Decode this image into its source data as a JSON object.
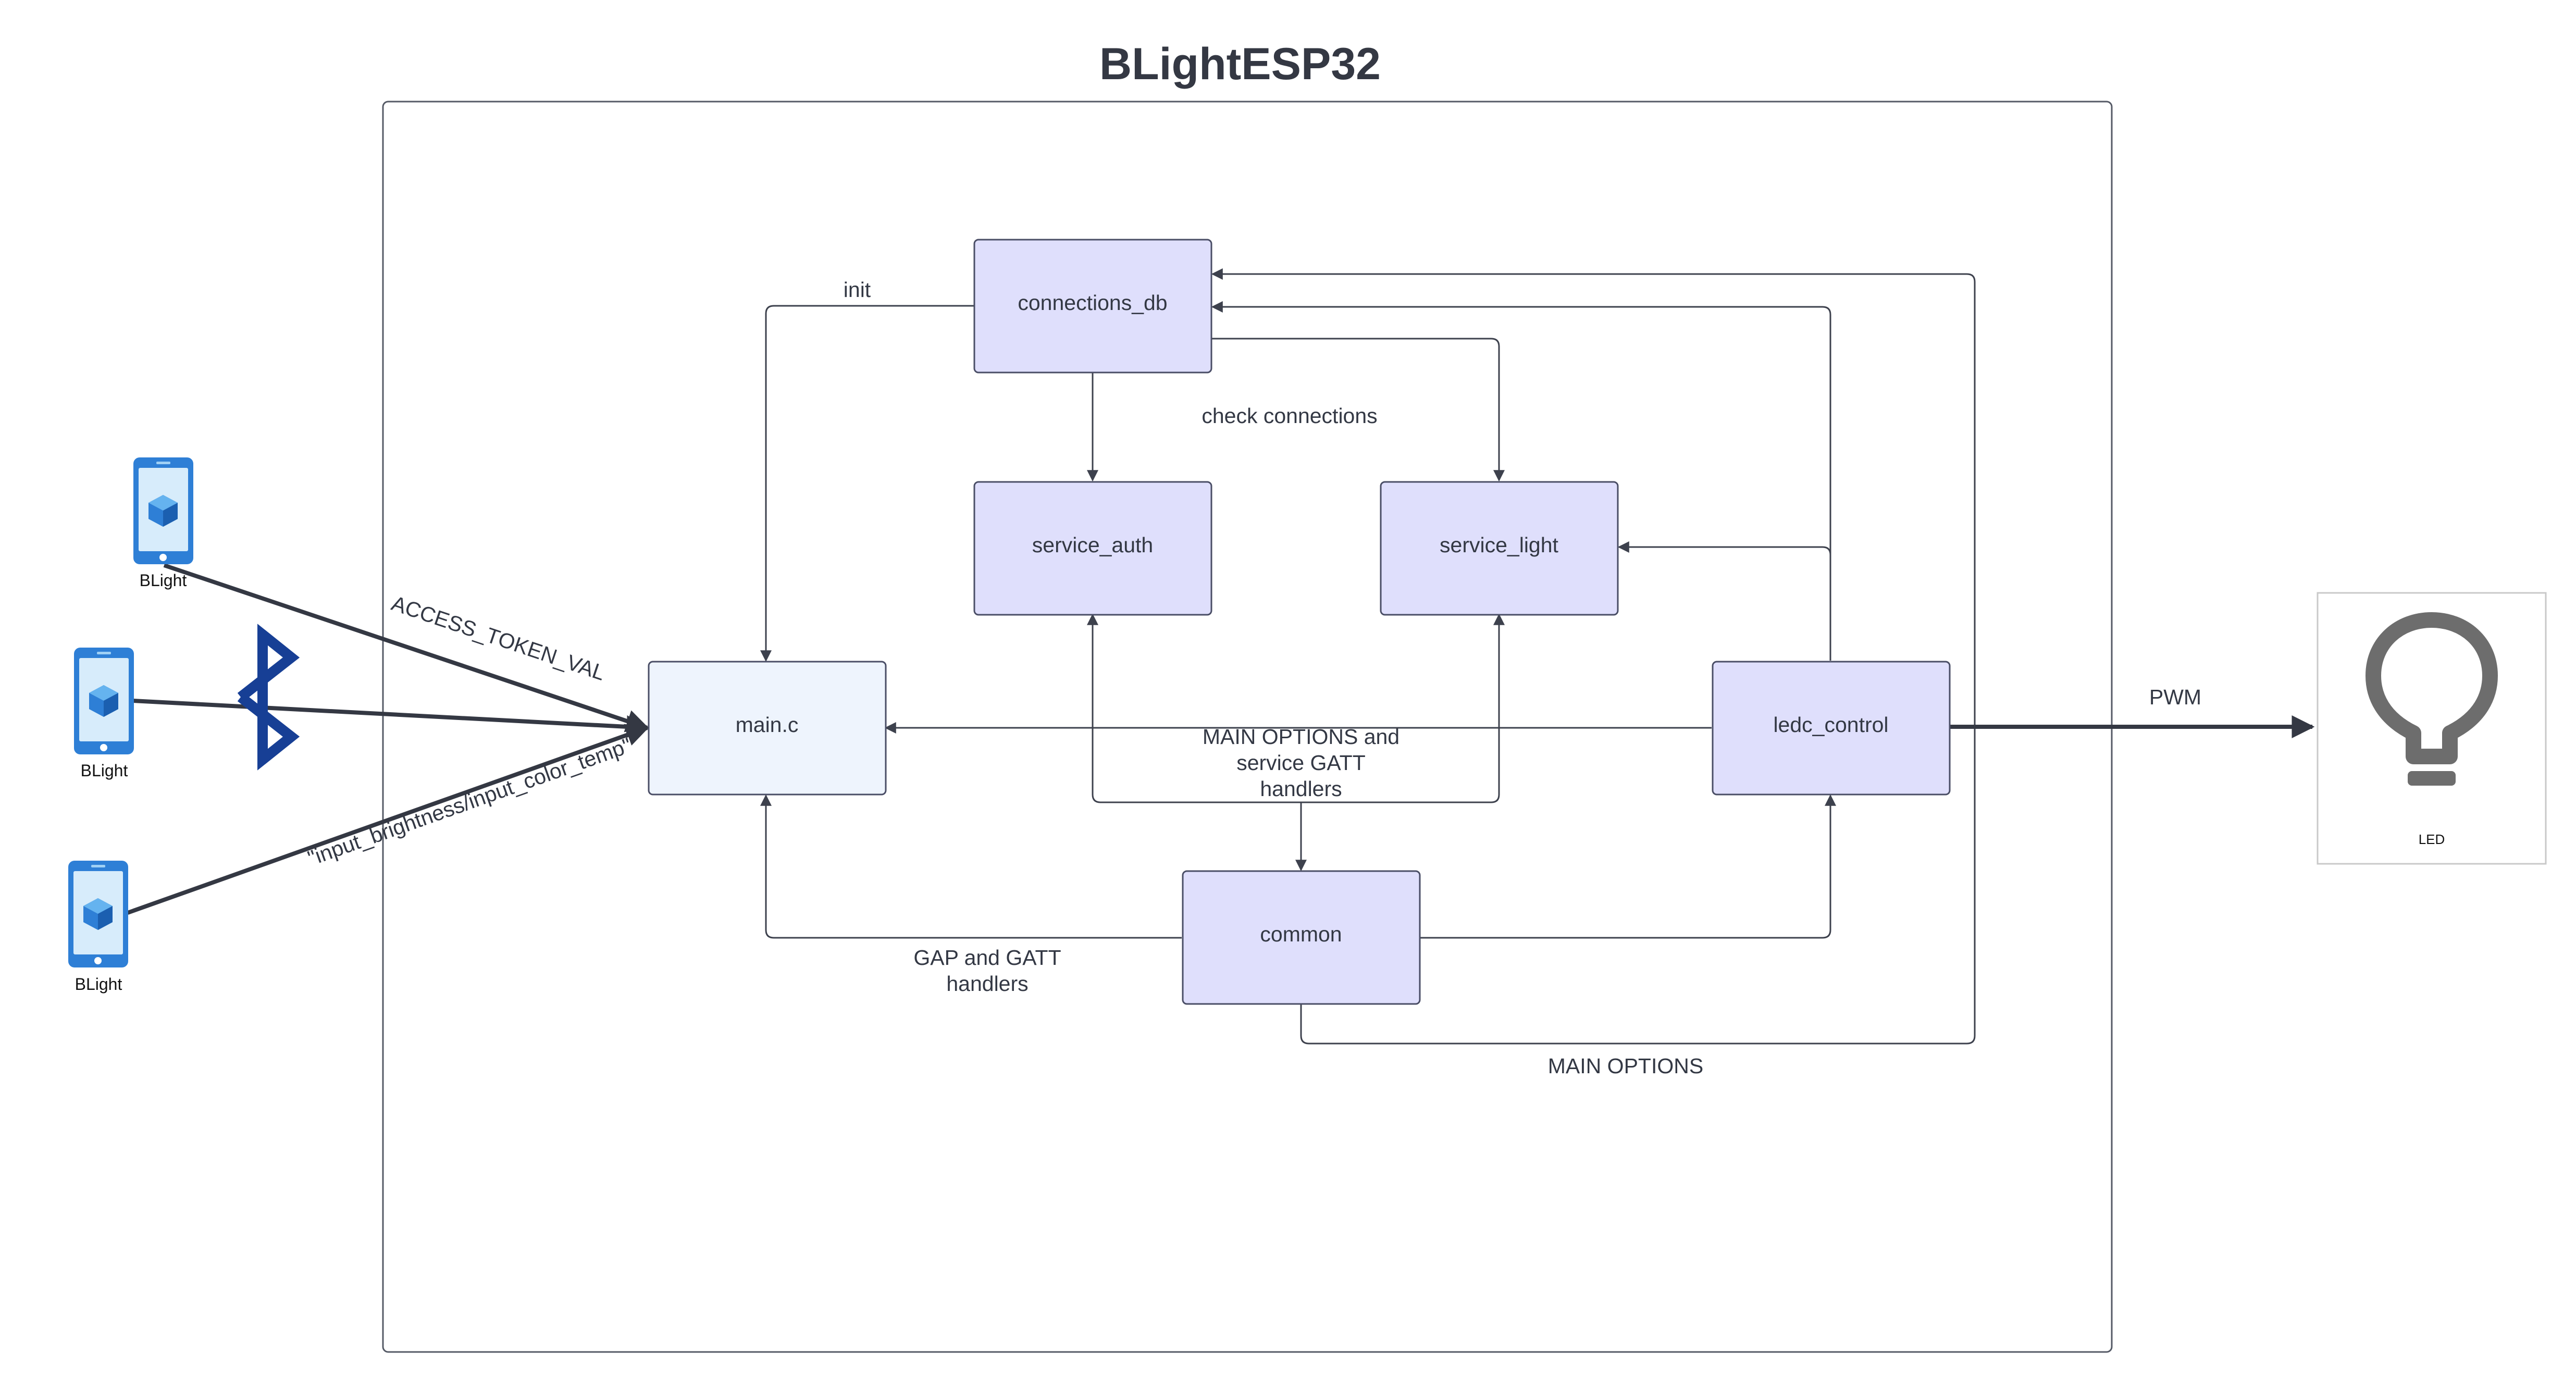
{
  "title": "BLightESP32",
  "modules": {
    "connections_db": "connections_db",
    "service_auth": "service_auth",
    "service_light": "service_light",
    "main_c": "main.c",
    "ledc_control": "ledc_control",
    "common": "common"
  },
  "edge_labels": {
    "init": "init",
    "check_connections": "check connections",
    "main_options_gatt_1": "MAIN OPTIONS and",
    "main_options_gatt_2": "service GATT",
    "main_options_gatt_3": "handlers",
    "gap_gatt_1": "GAP and GATT",
    "gap_gatt_2": "handlers",
    "main_options": "MAIN OPTIONS",
    "pwm": "PWM",
    "access_token": "ACCESS_TOKEN_VAL",
    "input_brightness": "\"input_brightness/input_color_temp\""
  },
  "devices": [
    {
      "label": "BLight"
    },
    {
      "label": "BLight"
    },
    {
      "label": "BLight"
    }
  ],
  "led": {
    "label": "LED"
  },
  "colors": {
    "module_fill": "#dfdffc",
    "module_stroke": "#4a4e66",
    "main_fill": "#eef4fd",
    "phone_blue": "#2e7fd6",
    "bluetooth_blue": "#173f95",
    "bulb_gray": "#6d6d6d",
    "line": "#3d414d"
  },
  "icons": {
    "phone": "mobile-phone-icon",
    "bluetooth": "bluetooth-icon",
    "bulb": "light-bulb-icon"
  }
}
